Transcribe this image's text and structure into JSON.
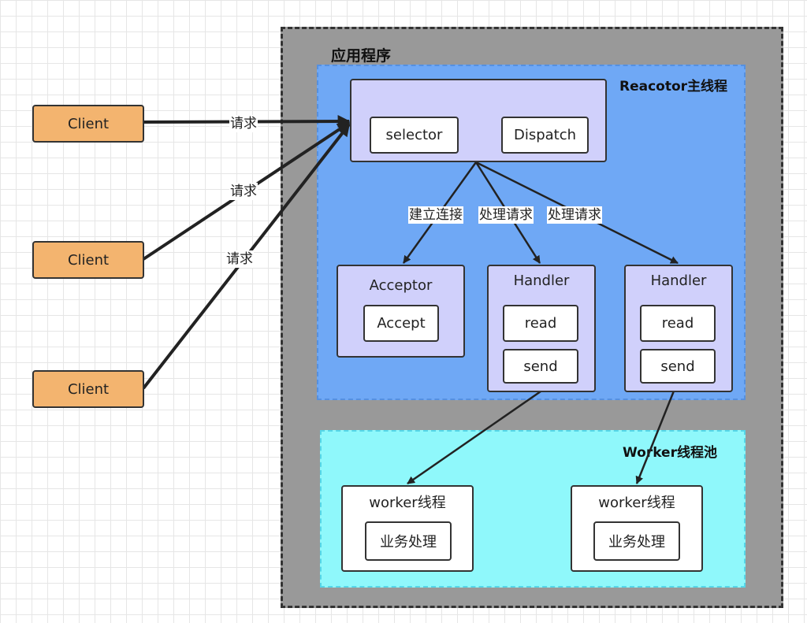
{
  "app": {
    "title": "应用程序"
  },
  "reactor": {
    "title": "Reacotor主线程",
    "selector": "selector",
    "dispatch": "Dispatch"
  },
  "edges": {
    "connect": "建立连接",
    "handle1": "处理请求",
    "handle2": "处理请求"
  },
  "acceptor": {
    "title": "Acceptor",
    "accept": "Accept"
  },
  "handlers": [
    {
      "title": "Handler",
      "read": "read",
      "send": "send"
    },
    {
      "title": "Handler",
      "read": "read",
      "send": "send"
    }
  ],
  "worker_pool": {
    "title": "Worker线程池"
  },
  "workers": [
    {
      "title": "worker线程",
      "task": "业务处理"
    },
    {
      "title": "worker线程",
      "task": "业务处理"
    }
  ],
  "clients": [
    {
      "label": "Client"
    },
    {
      "label": "Client"
    },
    {
      "label": "Client"
    }
  ],
  "requests": [
    {
      "label": "请求"
    },
    {
      "label": "请求"
    },
    {
      "label": "请求"
    }
  ]
}
